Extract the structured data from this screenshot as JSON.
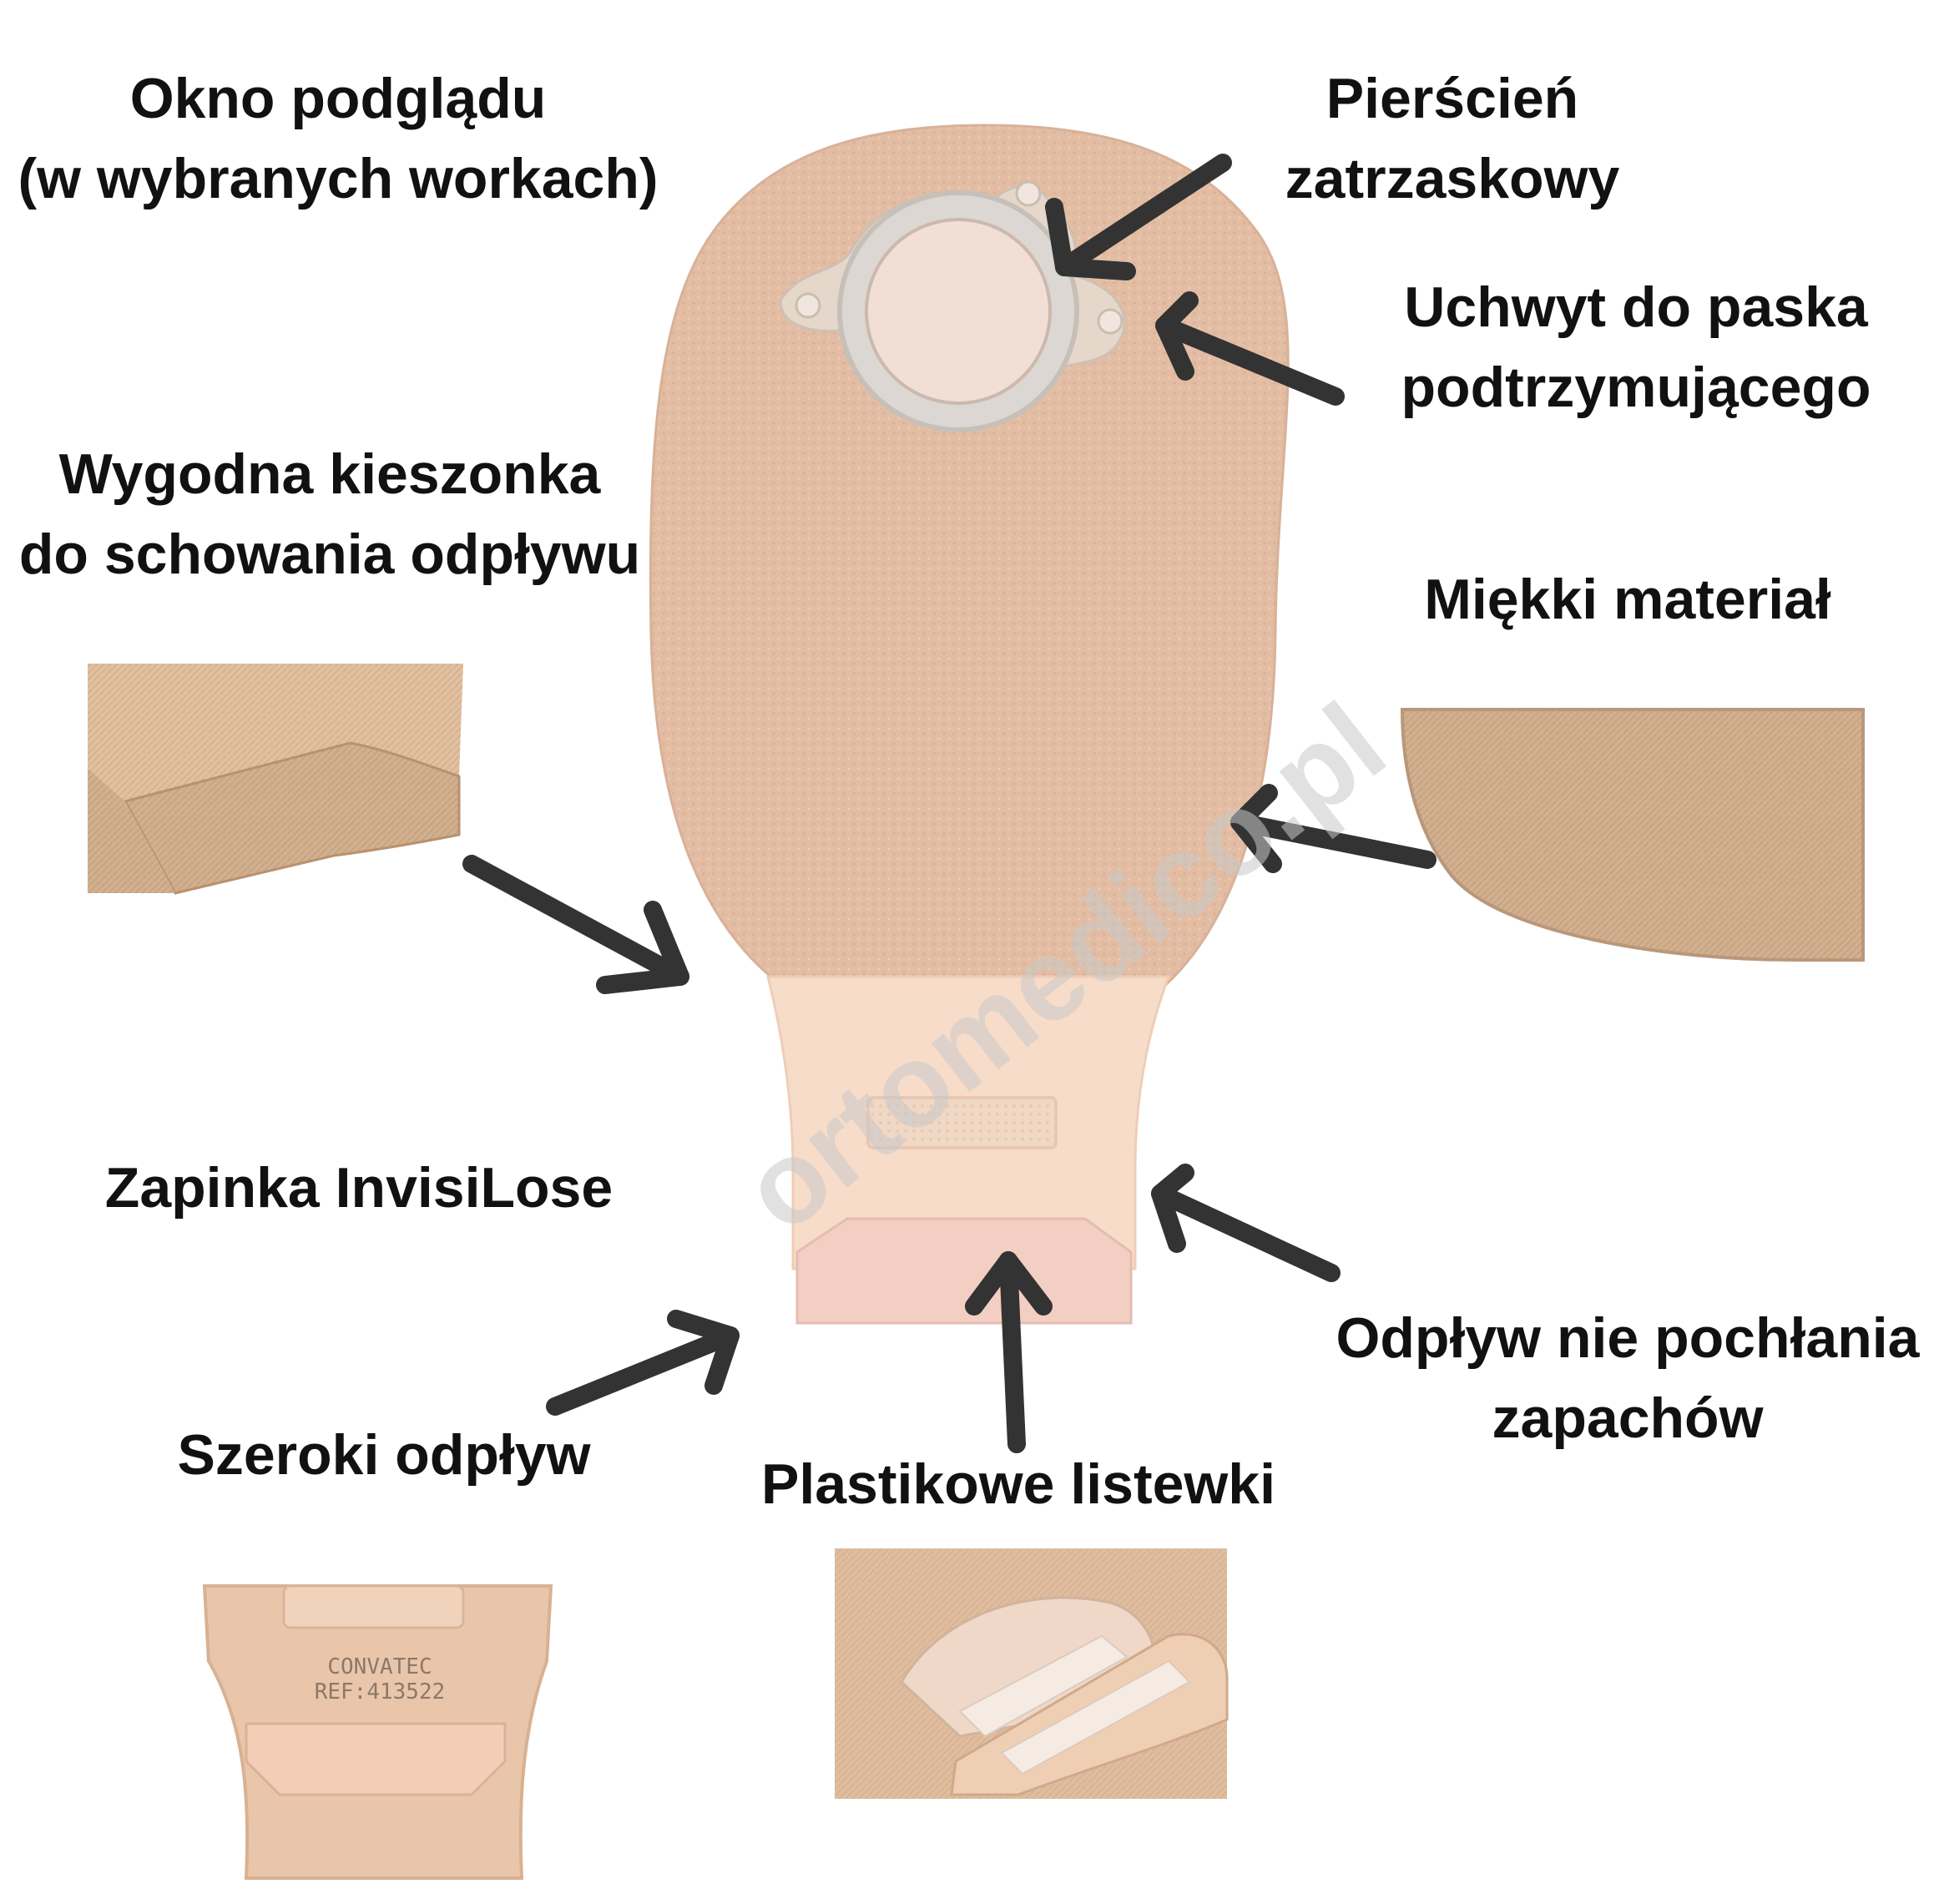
{
  "labels": {
    "okno": [
      "Okno podglądu",
      "(w wybranych workach)"
    ],
    "pierscien": [
      "Pierścień",
      "zatrzaskowy"
    ],
    "uchwyt": [
      "Uchwyt do paska",
      "podtrzymującego"
    ],
    "kieszonka": [
      "Wygodna kieszonka",
      "do schowania odpływu"
    ],
    "miekki": [
      "Miękki materiał"
    ],
    "zapinka": [
      "Zapinka InvisiLose"
    ],
    "odplyw_zapach": [
      "Odpływ nie pochłania",
      "zapachów"
    ],
    "szeroki": [
      "Szeroki odpływ"
    ],
    "listewki": [
      "Plastikowe listewki"
    ]
  },
  "product_print": [
    "CONVATEC",
    "REF:413522"
  ],
  "watermark": "ortomedico.pl",
  "colors": {
    "text": "#111111",
    "arrow": "#333333",
    "pouch": "#e8c2a8",
    "pouch_lower": "#f6d9c6",
    "ring": "#d8d6d2"
  }
}
